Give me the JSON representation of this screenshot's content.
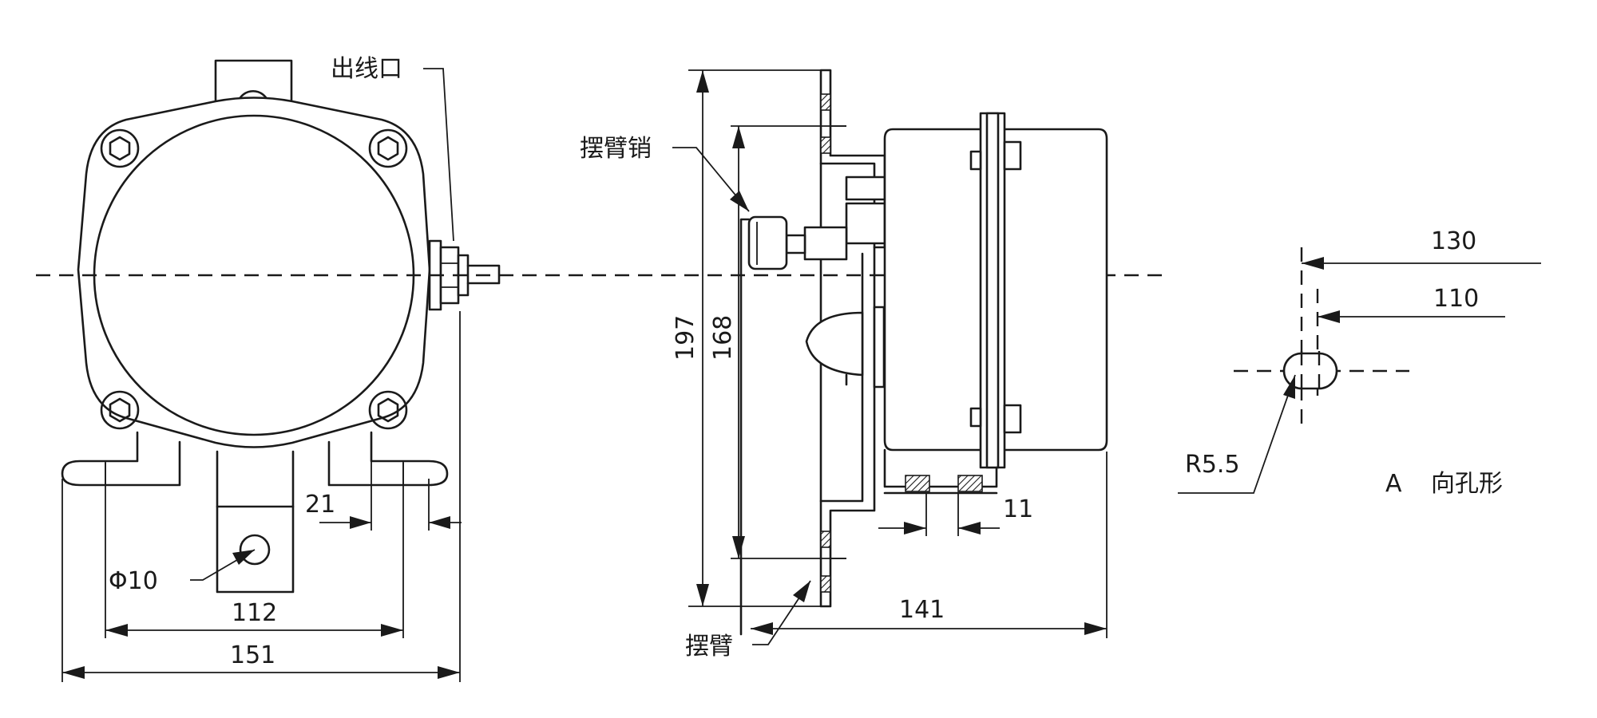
{
  "labels": {
    "cable_outlet": "出线口",
    "arm_pin": "摆臂销",
    "arm": "摆臂",
    "hole_diameter": "Φ10",
    "radius": "R5.5",
    "view_a_letter": "A",
    "view_a_caption": "向孔形"
  },
  "dimensions": {
    "d21": "21",
    "d112": "112",
    "d151": "151",
    "d197": "197",
    "d168": "168",
    "d11": "11",
    "d141": "141",
    "d130": "130",
    "d110": "110"
  },
  "colors": {
    "line": "#1a1a1a",
    "background": "#ffffff"
  }
}
